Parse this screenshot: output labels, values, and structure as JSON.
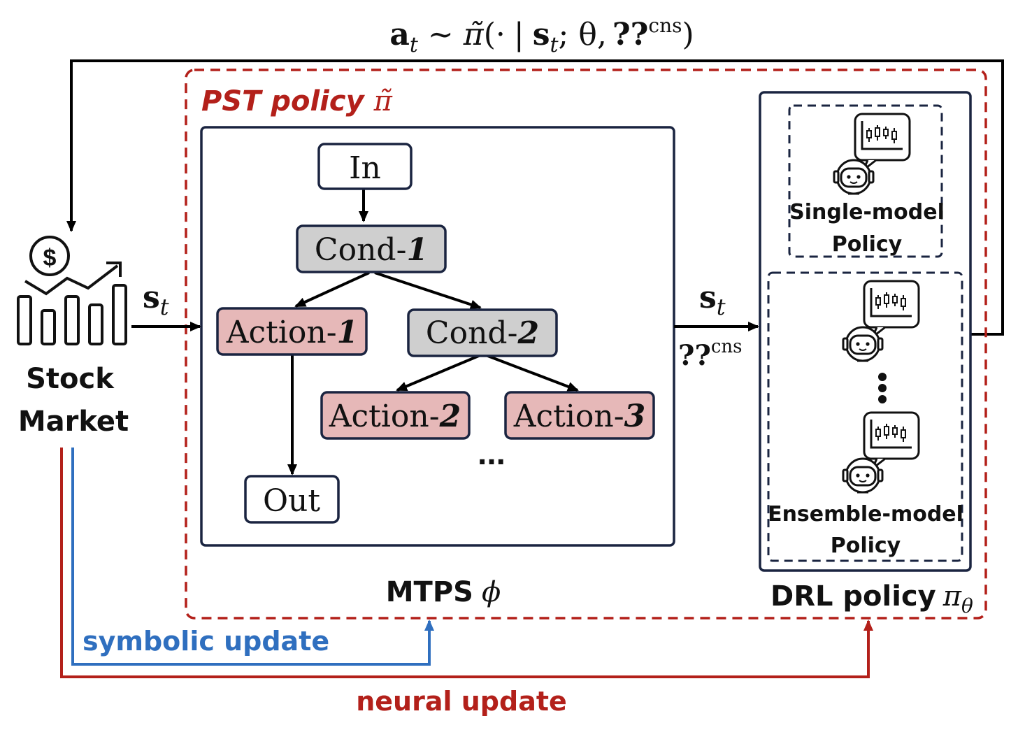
{
  "colors": {
    "dark_navy": "#1a2440",
    "red": "#b3201a",
    "blue": "#2f6fbf",
    "cond_fill": "#cfcfcf",
    "action_fill": "#e6b8b8",
    "white": "#ffffff"
  },
  "formula": {
    "a": "a",
    "t1": "t",
    "sim": "∼",
    "pi": "π̃",
    "open": "(·",
    "bar": "|",
    "s": "s",
    "t2": "t",
    "rest": "; θ,",
    "qq": "??",
    "cns": "cns",
    "close": ")"
  },
  "stock_market": {
    "line1": "Stock",
    "line2": "Market",
    "icon": "stock-market-chart-icon"
  },
  "pst_policy": {
    "label": "PST policy",
    "symbol": "π̃"
  },
  "mtps": {
    "label": "MTPS",
    "symbol": "ϕ",
    "nodes": {
      "in": "In",
      "cond1_text": "Cond-",
      "cond1_num": "1",
      "action1_text": "Action-",
      "action1_num": "1",
      "cond2_text": "Cond-",
      "cond2_num": "2",
      "action2_text": "Action-",
      "action2_num": "2",
      "action3_text": "Action-",
      "action3_num": "3",
      "out": "Out",
      "ellipsis": "..."
    }
  },
  "arrows": {
    "st_left_s": "s",
    "st_left_t": "t",
    "st_right_s": "s",
    "st_right_t": "t",
    "qq": "??",
    "cns": "cns"
  },
  "drl": {
    "label": "DRL policy",
    "pi": "π",
    "theta": "θ",
    "single_line1": "Single-model",
    "single_line2": "Policy",
    "ensemble_line1": "Ensemble-model",
    "ensemble_line2": "Policy",
    "bot_icon": "robot-chart-icon"
  },
  "updates": {
    "symbolic": "symbolic update",
    "neural": "neural update"
  }
}
